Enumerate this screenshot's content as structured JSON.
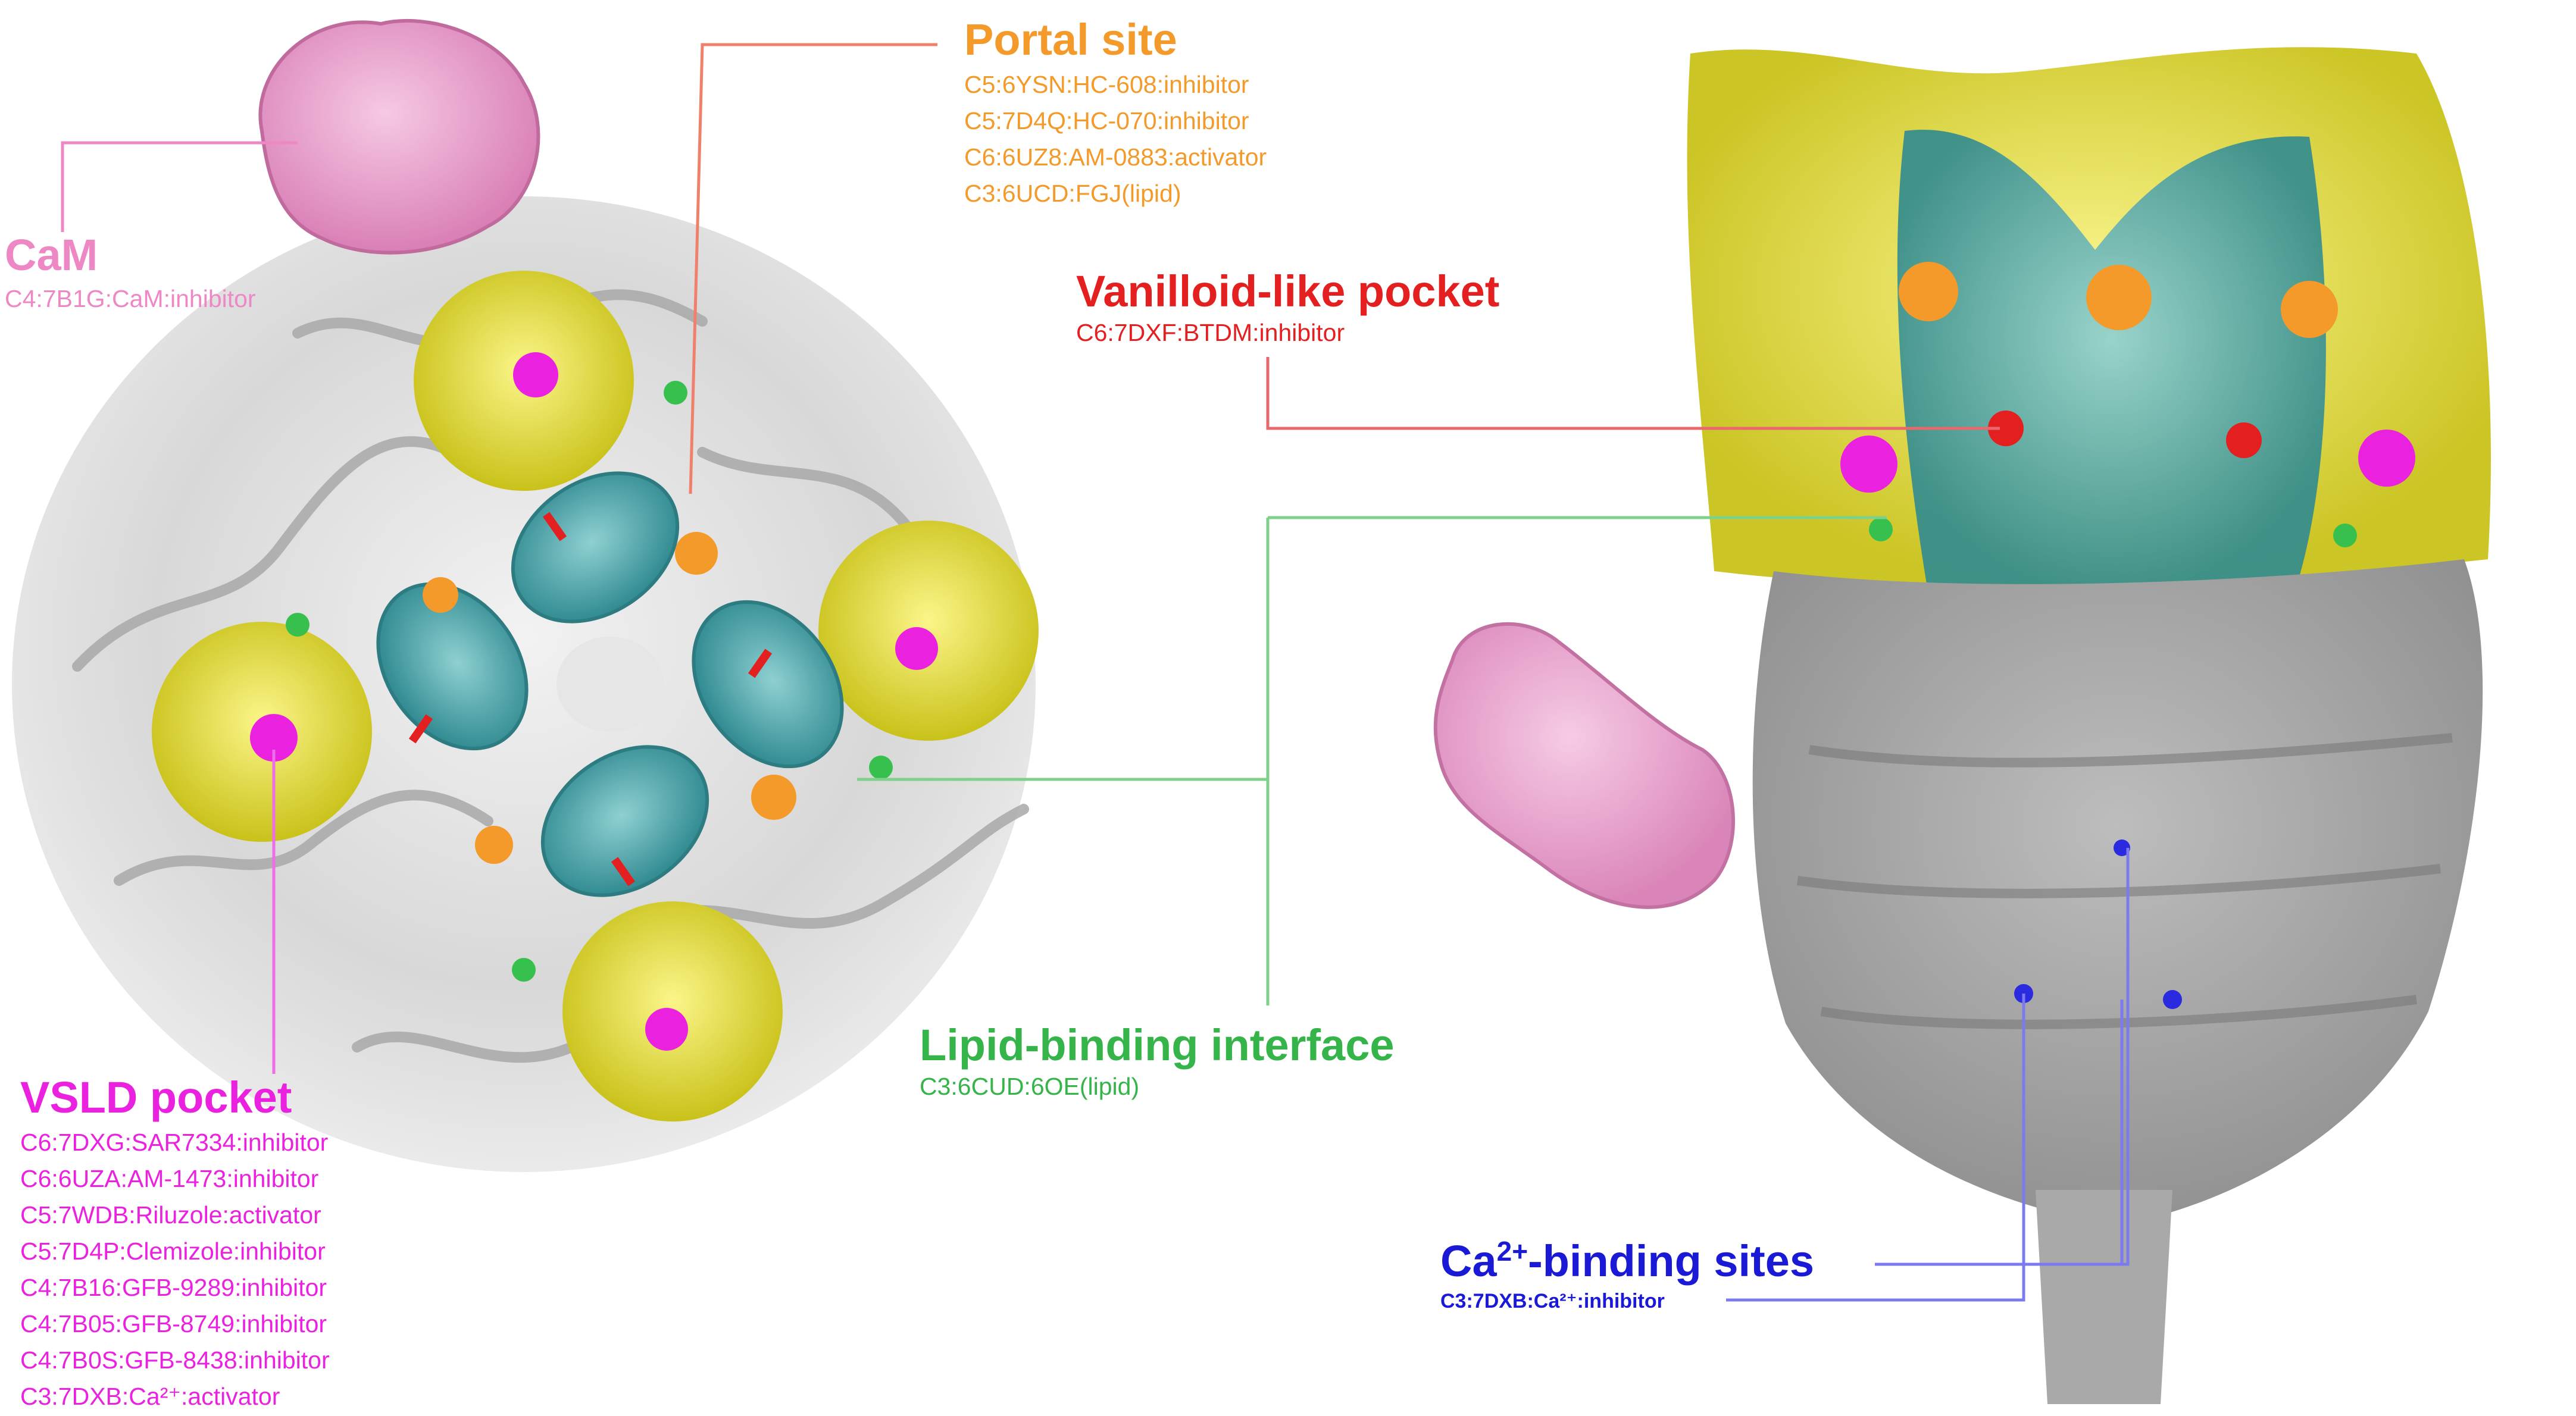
{
  "labels": {
    "cam": {
      "title": "CaM",
      "entries": [
        "C4:7B1G:CaM:inhibitor"
      ]
    },
    "portal": {
      "title": "Portal site",
      "entries": [
        "C5:6YSN:HC-608:inhibitor",
        "C5:7D4Q:HC-070:inhibitor",
        "C6:6UZ8:AM-0883:activator",
        "C3:6UCD:FGJ(lipid)"
      ]
    },
    "vanilloid": {
      "title": "Vanilloid-like pocket",
      "entries": [
        "C6:7DXF:BTDM:inhibitor"
      ]
    },
    "lipid": {
      "title": "Lipid-binding interface",
      "entries": [
        "C3:6CUD:6OE(lipid)"
      ]
    },
    "vsld": {
      "title": "VSLD pocket",
      "entries": [
        "C6:7DXG:SAR7334:inhibitor",
        "C6:6UZA:AM-1473:inhibitor",
        "C5:7WDB:Riluzole:activator",
        "C5:7D4P:Clemizole:inhibitor",
        "C4:7B16:GFB-9289:inhibitor",
        "C4:7B05:GFB-8749:inhibitor",
        "C4:7B0S:GFB-8438:inhibitor",
        "C3:7DXB:Ca²⁺:activator"
      ]
    },
    "ca": {
      "title_prefix": "Ca",
      "title_sup": "2+",
      "title_suffix": "-binding sites",
      "entry": "C3:7DXB:Ca²⁺:inhibitor"
    }
  },
  "colors": {
    "cam": "#ee88c4",
    "portal": "#f39a2a",
    "vanilloid": "#e41f1f",
    "lipid": "#35b44a",
    "vsld": "#ea22e0",
    "ca": "#1a1ad6",
    "voltage_sensor": "#e6e21a",
    "pore": "#3f9ea4",
    "cytoplasmic": "#9a9a9a"
  }
}
